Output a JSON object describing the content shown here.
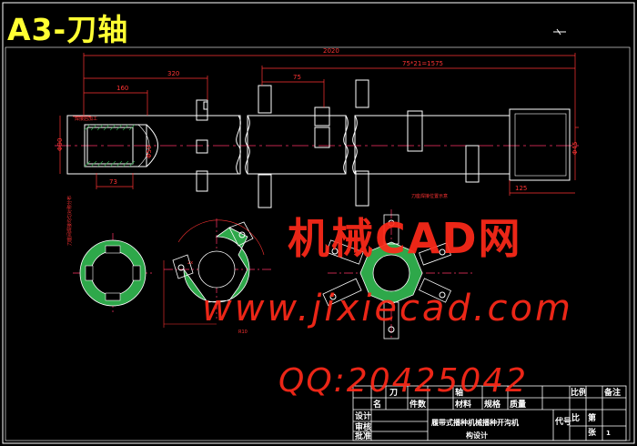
{
  "drawing": {
    "title": "A3-刀轴",
    "colors": {
      "background": "#000000",
      "outline": "#ffffff",
      "dimension": "#ff3333",
      "centerline": "#ff3366",
      "hatch": "#2ea84a",
      "title": "#ffff33",
      "watermark": "#ff2a1a"
    },
    "dimensions": {
      "overall": "2020",
      "pitch": "75*21=1575",
      "d320": "320",
      "d160": "160",
      "d75": "75",
      "d125": "125",
      "d73": "73",
      "dia": "Φ90",
      "dia_left": "Φ50",
      "dia_right": "Φ45"
    },
    "notes": {
      "weld_note": "焊接后加工",
      "vertical_note": "刀座间焊接均匀对称分布",
      "right_note": "刀座焊接位置示意",
      "sec_a": "2x",
      "sec_b": "R10"
    }
  },
  "watermark": {
    "cad": "机械CAD网",
    "url": "www.jixiecad.com",
    "qq": "QQ:20425042"
  },
  "title_block": {
    "row1": [
      "",
      "刀",
      "",
      "轴",
      "",
      "",
      "",
      "",
      "比例",
      "",
      "备注"
    ],
    "row2": [
      "",
      "名",
      "件数",
      "材料",
      "规格",
      "质量",
      "",
      "",
      "",
      "",
      ""
    ],
    "project": "履带式播种机械播种开沟机",
    "project2": "构设计",
    "labels": {
      "scale": "比",
      "sheet": "第",
      "total": "张",
      "code": "代号",
      "page": "1"
    },
    "left_labels": [
      "设计",
      "审核",
      "批准"
    ]
  }
}
